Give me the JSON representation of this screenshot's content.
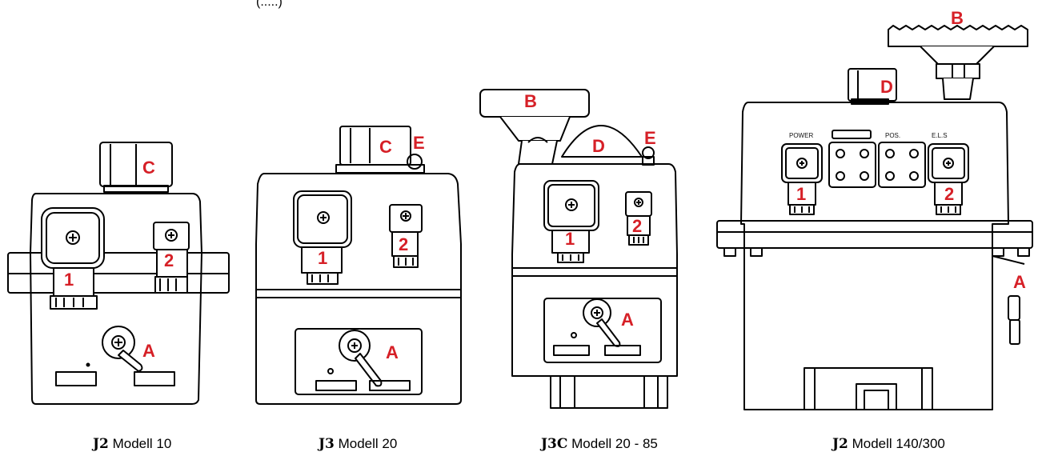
{
  "top_fragment": "(.....)",
  "devices": [
    {
      "name": "j2-modell-10",
      "caption_bold": "J2",
      "caption_rest": " Modell 10",
      "callouts": {
        "handwheel_lever": "A",
        "indicator": "C",
        "connector_1": "1",
        "connector_2": "2"
      }
    },
    {
      "name": "j3-modell-20",
      "caption_bold": "J3",
      "caption_rest": " Modell 20",
      "callouts": {
        "handwheel_lever": "A",
        "indicator": "C",
        "light": "E",
        "connector_1": "1",
        "connector_2": "2"
      }
    },
    {
      "name": "j3c-modell-20-85",
      "caption_bold": "J3C",
      "caption_rest": " Modell 20 - 85",
      "callouts": {
        "handwheel_lever": "A",
        "handwheel": "B",
        "dome": "D",
        "light": "E",
        "connector_1": "1",
        "connector_2": "2"
      }
    },
    {
      "name": "j2-modell-140-300",
      "caption_bold": "J2",
      "caption_rest": " Modell 140/300",
      "callouts": {
        "handwheel_lever": "A",
        "handwheel": "B",
        "indicator": "D",
        "connector_1": "1",
        "connector_2": "2"
      },
      "panel_labels": {
        "power": "POWER",
        "pos": "POS.",
        "els": "E.L.S"
      }
    }
  ],
  "colors": {
    "callout": "#d62027",
    "line": "#000000",
    "background": "#ffffff"
  }
}
